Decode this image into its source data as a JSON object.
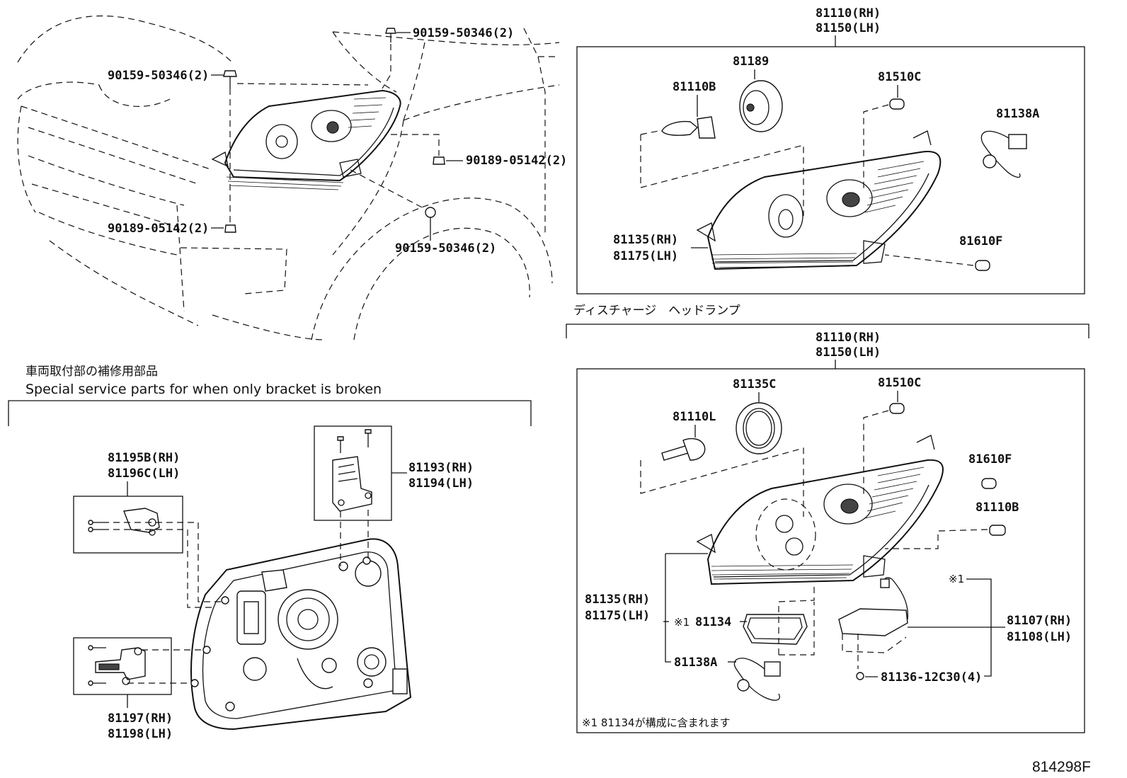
{
  "diagram_id": "814298F",
  "titles": {
    "discharge_headlamp": "ディスチャージ　ヘッドランプ",
    "bracket_jp": "車両取付部の補修用部品",
    "bracket_en": "Special service parts for when only bracket is broken",
    "footnote": "※1 81134が構成に含まれます"
  },
  "vehicle_labels": {
    "bolt_top": "90159-50346(2)",
    "bolt_left": "90159-50346(2)",
    "clip_right": "90189-05142(2)",
    "clip_left": "90189-05142(2)",
    "bolt_lower": "90159-50346(2)"
  },
  "upper_assembly": {
    "header_rh": "81110(RH)",
    "header_lh": "81150(LH)",
    "bulb": "81110B",
    "cap": "81189",
    "wedge_bulb": "81510C",
    "socket": "81138A",
    "housing_rh": "81135(RH)",
    "housing_lh": "81175(LH)",
    "small_bulb": "81610F"
  },
  "lower_assembly": {
    "header_rh": "81110(RH)",
    "header_lh": "81150(LH)",
    "cap": "81135C",
    "hid_bulb": "81110L",
    "wedge_bulb": "81510C",
    "small_bulb": "81610F",
    "bulb_b": "81110B",
    "housing_rh": "81135(RH)",
    "housing_lh": "81175(LH)",
    "gasket_mark": "※1",
    "gasket": "81134",
    "socket": "81138A",
    "ballast_mark": "※1",
    "ballast_rh": "81107(RH)",
    "ballast_lh": "81108(LH)",
    "screw": "81136-12C30(4)"
  },
  "bracket_parts": {
    "upper_left_rh": "81195B(RH)",
    "upper_left_lh": "81196C(LH)",
    "top_rh": "81193(RH)",
    "top_lh": "81194(LH)",
    "lower_rh": "81197(RH)",
    "lower_lh": "81198(LH)"
  }
}
